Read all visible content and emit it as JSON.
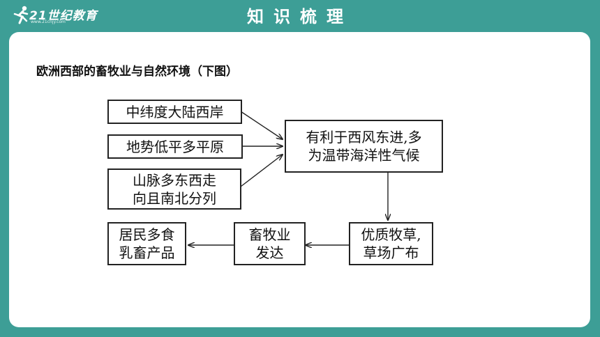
{
  "header": {
    "logo_text": "21世纪教育",
    "logo_sub": "www.21cnjy.com",
    "title": "知识梳理"
  },
  "content": {
    "heading": "欧洲西部的畜牧业与自然环境（下图）",
    "diagram": {
      "causes": [
        {
          "line1": "中纬度大陆西岸"
        },
        {
          "line1": "地势低平多平原"
        },
        {
          "line1": "山脉多东西走",
          "line2": "向且南北分列"
        }
      ],
      "climate": {
        "line1": "有利于西风东进,多",
        "line2": "为温带海洋性气候"
      },
      "grass": {
        "line1": "优质牧草,",
        "line2": "草场广布"
      },
      "livestock": {
        "line1": "畜牧业",
        "line2": "发达"
      },
      "diet": {
        "line1": "居民多食",
        "line2": "乳畜产品"
      }
    }
  }
}
